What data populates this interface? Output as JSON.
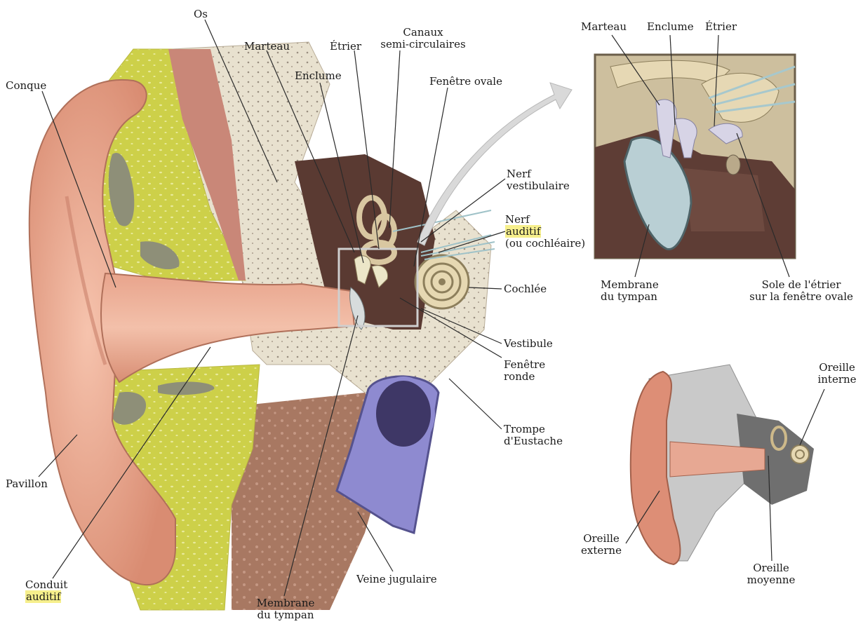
{
  "labels": {
    "os": "Os",
    "marteau": "Marteau",
    "etrier": "Étrier",
    "canaux_l1": "Canaux",
    "canaux_l2": "semi-circulaires",
    "enclume": "Enclume",
    "fenetre_ovale": "Fenêtre ovale",
    "conque": "Conque",
    "nerf_vest_l1": "Nerf",
    "nerf_vest_l2": "vestibulaire",
    "nerf_aud_l1": "Nerf",
    "nerf_aud_l2": "auditif",
    "nerf_aud_l3": "(ou cochléaire)",
    "cochlee": "Cochlée",
    "vestibule": "Vestibule",
    "fenetre_ronde_l1": "Fenêtre",
    "fenetre_ronde_l2": "ronde",
    "trompe_l1": "Trompe",
    "trompe_l2": "d'Eustache",
    "pavillon": "Pavillon",
    "conduit_l1": "Conduit",
    "conduit_l2": "auditif",
    "veine": "Veine jugulaire",
    "membrane_l1": "Membrane",
    "membrane_l2": "du tympan"
  },
  "inset_detail": {
    "marteau": "Marteau",
    "enclume": "Enclume",
    "etrier": "Étrier",
    "membrane_l1": "Membrane",
    "membrane_l2": "du tympan",
    "sole_l1": "Sole de l'étrier",
    "sole_l2": "sur la fenêtre ovale"
  },
  "inset_overview": {
    "interne_l1": "Oreille",
    "interne_l2": "interne",
    "externe_l1": "Oreille",
    "externe_l2": "externe",
    "moyenne_l1": "Oreille",
    "moyenne_l2": "moyenne"
  },
  "colors": {
    "skin": "#e9a58e",
    "skin_dark": "#c97e66",
    "cartilage": "#cfd04a",
    "bone": "#e7e0cf",
    "muscle": "#a5735f",
    "vein": "#8a86c9",
    "highlight": "#f6ef8c"
  }
}
